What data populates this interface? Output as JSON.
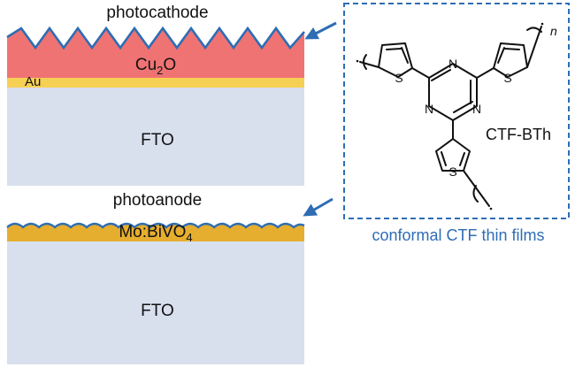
{
  "photocathode": {
    "title": "photocathode",
    "absorber": {
      "text": "Cu",
      "sub": "2",
      "tail": "O"
    },
    "contact": "Au",
    "substrate": "FTO"
  },
  "photoanode": {
    "title": "photoanode",
    "absorber": {
      "text": "Mo:BiVO",
      "sub": "4"
    },
    "substrate": "FTO"
  },
  "inset": {
    "polymer_label": "CTF-BTh",
    "repeat_label": "n",
    "heteroatoms": {
      "sulfur": "S",
      "nitrogen": "N"
    },
    "caption": "conformal CTF thin films"
  },
  "colors": {
    "fto": "#d8e0ee",
    "cu2o": "#f07373",
    "au": "#f6cf55",
    "bivo4": "#e6ae2f",
    "ctf_coating": "#2e6db4",
    "arrow": "#2e6db4",
    "dashed_box": "#2e6db4",
    "caption": "#2e6db4"
  }
}
